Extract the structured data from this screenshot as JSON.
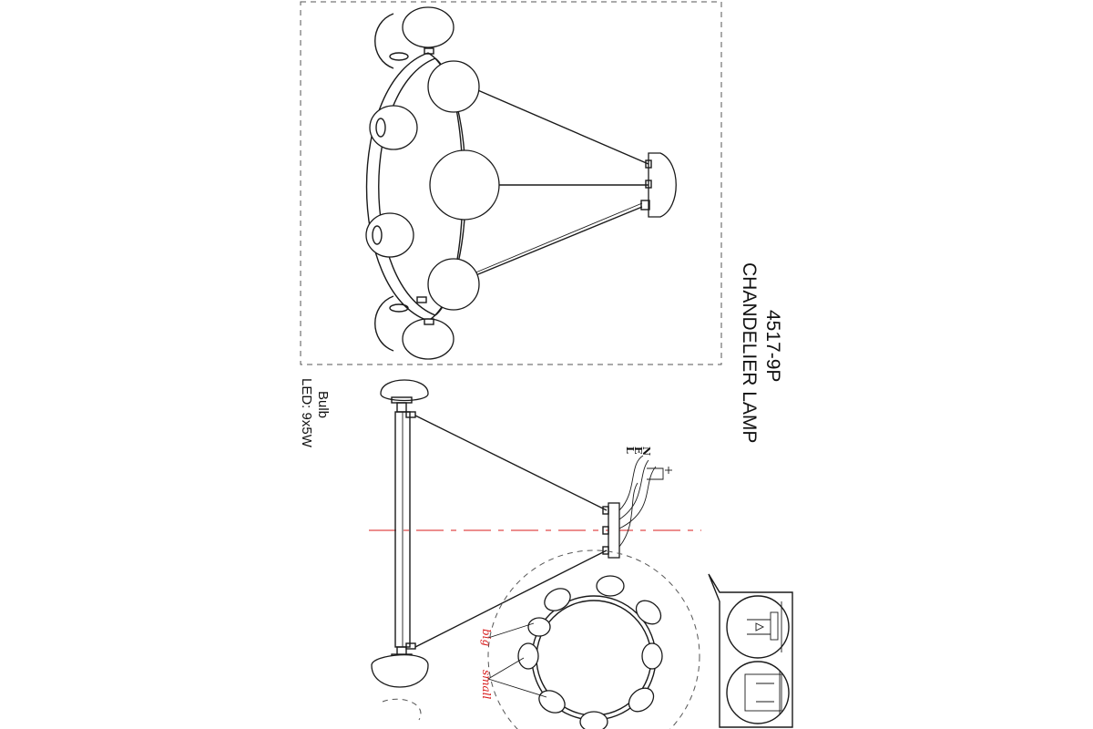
{
  "title": {
    "model": "4517-9P",
    "name": "CHANDELIER  LAMP"
  },
  "bulb": {
    "heading": "Bulb",
    "spec": "LED: 9x5W"
  },
  "wiring_labels": [
    "L",
    "E",
    "N"
  ],
  "ring_labels": {
    "big": "big",
    "small": "small"
  },
  "colors": {
    "ink": "#1a1a1a",
    "accent_red": "#d81e1e"
  },
  "icons": [
    "ceiling-mount-detail-icon",
    "bracket-detail-icon",
    "ground-symbol-icon"
  ]
}
